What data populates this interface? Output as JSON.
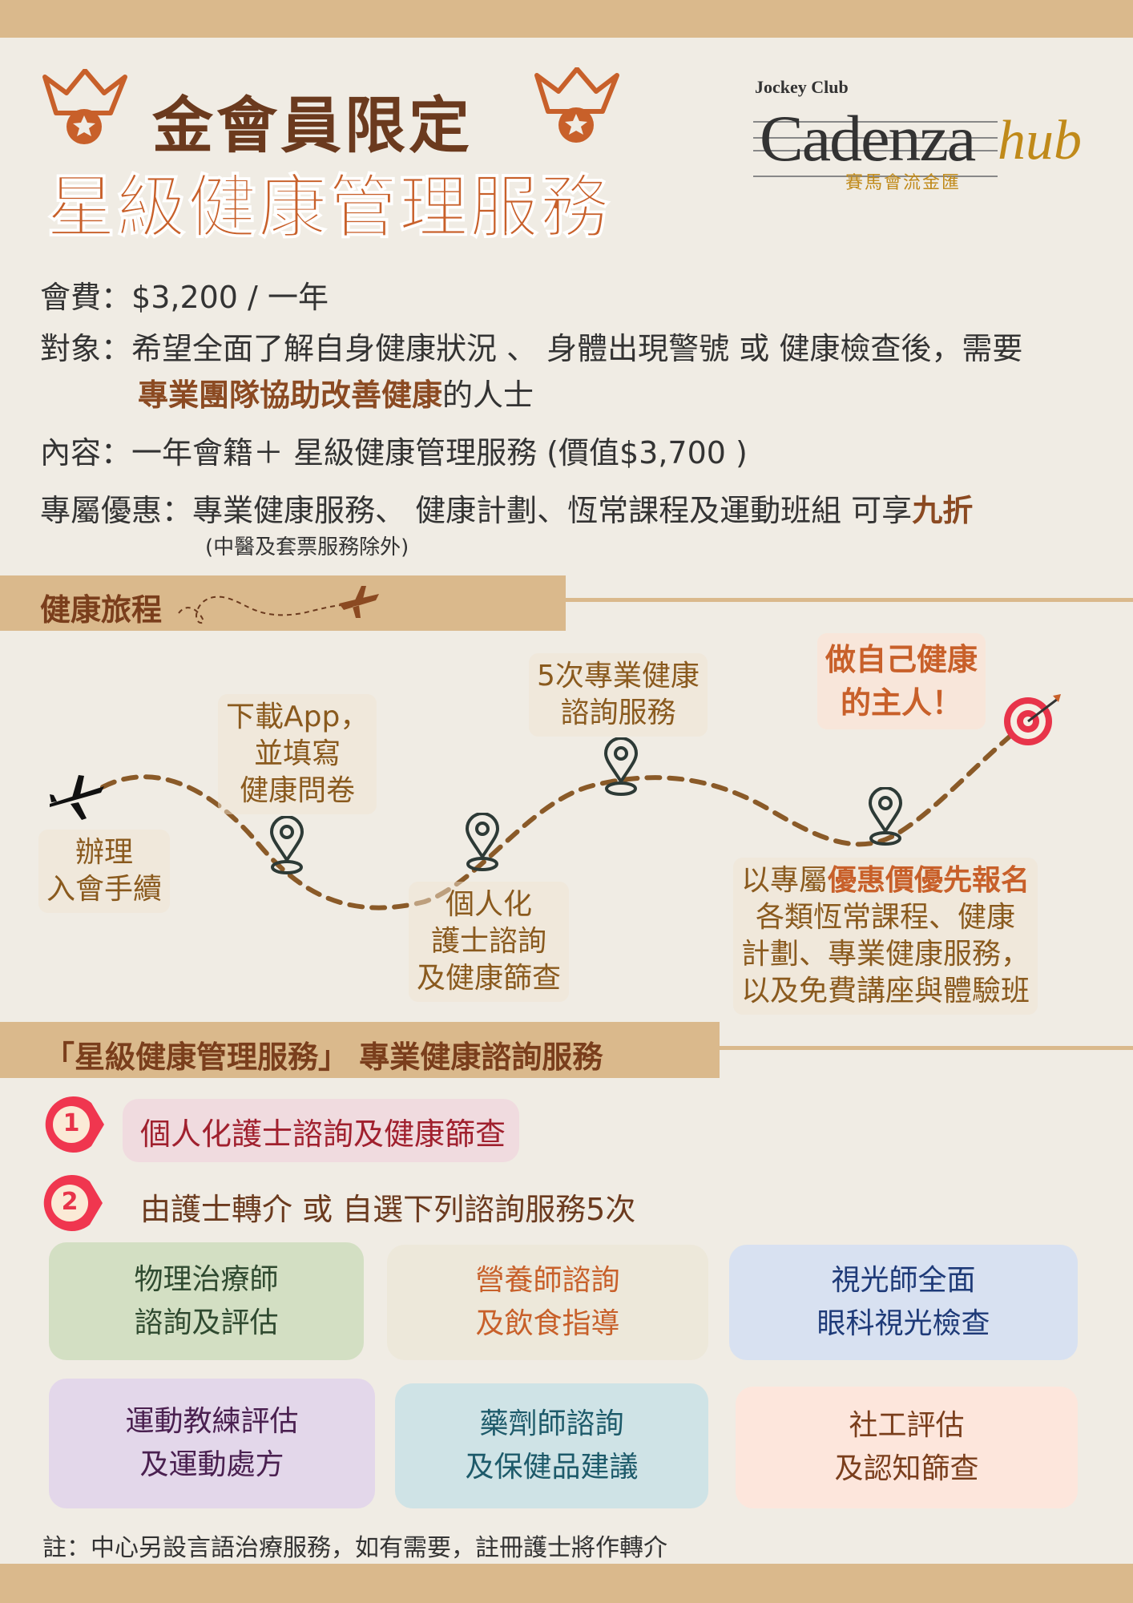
{
  "header": {
    "title_line1": "金會員限定",
    "title_line2": "星級健康管理服務",
    "logo": {
      "top": "Jockey Club",
      "main": "Cadenza",
      "suffix": "hub",
      "chinese": "賽馬會流金匯"
    }
  },
  "info": {
    "fee_label": "會費：",
    "fee_value": "$3,200 / 一年",
    "target_label": "對象：",
    "target_text": "希望全面了解自身健康狀況 、 身體出現警號 或 健康檢查後，需要",
    "target_highlight": "專業團隊協助改善健康",
    "target_suffix": "的人士",
    "content_label": "內容：",
    "content_text": "一年會籍＋ 星級健康管理服務 (價值$3,700 )",
    "offer_label": "專屬優惠：",
    "offer_text": "專業健康服務、 健康計劃、恆常課程及運動班組 可享",
    "offer_highlight": "九折",
    "offer_note": "(中醫及套票服務除外)"
  },
  "journey": {
    "title": "健康旅程",
    "steps": [
      {
        "lines": [
          "辦理",
          "入會手續"
        ]
      },
      {
        "lines": [
          "下載App，",
          "並填寫",
          "健康問卷"
        ]
      },
      {
        "lines": [
          "個人化",
          "護士諮詢",
          "及健康篩查"
        ]
      },
      {
        "lines": [
          "5次專業健康",
          "諮詢服務"
        ]
      },
      {
        "highlight_prefix": "以專屬",
        "highlight": "優惠價優先報名",
        "lines": [
          "各類恆常課程、健康",
          "計劃、專業健康服務，",
          "以及免費講座與體驗班"
        ]
      },
      {
        "lines": [
          "做自己健康",
          "的主人！"
        ]
      }
    ]
  },
  "services": {
    "title": "「星級健康管理服務」 專業健康諮詢服務",
    "step1": {
      "num": "1",
      "label": "個人化護士諮詢及健康篩查"
    },
    "step2": {
      "num": "2",
      "label": "由護士轉介 或 自選下列諮詢服務5次"
    },
    "cards": [
      {
        "l1": "物理治療師",
        "l2": "諮詢及評估",
        "bg": "#d3dfc3",
        "fg": "#2f4a30"
      },
      {
        "l1": "營養師諮詢",
        "l2": "及飲食指導",
        "bg": "#ede8da",
        "fg": "#c8602a"
      },
      {
        "l1": "視光師全面",
        "l2": "眼科視光檢查",
        "bg": "#d8e1f1",
        "fg": "#1e3a78"
      },
      {
        "l1": "運動教練評估",
        "l2": "及運動處方",
        "bg": "#e3d7ea",
        "fg": "#4a2050"
      },
      {
        "l1": "藥劑師諮詢",
        "l2": "及保健品建議",
        "bg": "#cfe3e6",
        "fg": "#1d5a6a"
      },
      {
        "l1": "社工評估",
        "l2": "及認知篩查",
        "bg": "#fde6dc",
        "fg": "#7a3e1c"
      }
    ],
    "note": "註：中心另設言語治療服務，如有需要，註冊護士將作轉介"
  },
  "colors": {
    "band": "#dab98c",
    "title_brown": "#6b3a1e",
    "accent": "#c8602a",
    "bg": "#f0ece4",
    "step_red": "#f0364f"
  }
}
